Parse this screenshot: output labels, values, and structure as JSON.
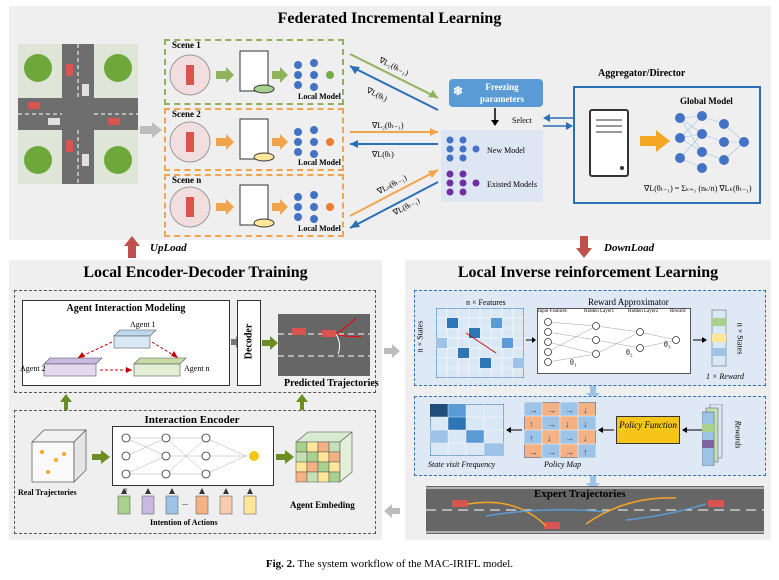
{
  "top": {
    "title": "Federated Incremental Learning",
    "scenes": [
      {
        "label": "Scene 1",
        "model": "Local Model"
      },
      {
        "label": "Scene 2",
        "model": "Local Model"
      },
      {
        "label": "Scene n",
        "model": "Local Model"
      }
    ],
    "gradients": [
      {
        "up": "∇L₁(θₜ₋₁)",
        "down": "∇L(θₜ)"
      },
      {
        "up": "∇L₂(θₜ₋₁)",
        "down": "∇L(θₜ)"
      },
      {
        "up": "∇Lₙ(θₜ₋₁)",
        "down": "∇L(θₜ₋₁)"
      }
    ],
    "freezing": "Freezing parameters",
    "select": "Select",
    "new_model": "New Model",
    "existed_models": "Existed Models",
    "aggregator": "Aggregator/Director",
    "global_model": "Global Model",
    "formula": "∇L(θₜ₋₁) = Σₖ₌₁ (nₖ/n) ∇Lₖ(θₜ₋₁)"
  },
  "arrows": {
    "upload": "UpLoad",
    "download": "DownLoad"
  },
  "left": {
    "title": "Local Encoder-Decoder Training",
    "interaction_modeling": "Agent Interaction Modeling",
    "agent1": "Agent 1",
    "agent2": "Agent 2",
    "agentn": "Agent n",
    "decoder": "Decoder",
    "predicted": "Predicted Trajectories",
    "encoder": "Interaction Encoder",
    "real": "Real Trajectories",
    "intention": "Intention of Actions",
    "embedding": "Agent Embeding",
    "dots": "..."
  },
  "right": {
    "title": "Local Inverse reinforcement Learning",
    "n_features": "n × Features",
    "n_states": "n × States",
    "reward_approx": "Reward Approximator",
    "layers": [
      "Input Features",
      "Hidden Layer1",
      "Hidden Layer2",
      "Reward"
    ],
    "theta1": "θ₁",
    "theta2": "θ₂",
    "theta3": "θ₃",
    "one_reward": "1 × Reward",
    "n_states_right": "n × States",
    "state_visit": "State visit Frequency",
    "policy_map": "Policy Map",
    "policy_function": "Policy Function",
    "rewards": "Rewards",
    "expert": "Expert Trajectories"
  },
  "caption": {
    "label": "Fig. 2.",
    "text": "The system workflow of the MAC-IRIFL model."
  },
  "colors": {
    "green": "#8fb35a",
    "orange": "#f2a44d",
    "blue": "#2c6fb5",
    "dark_red": "#c0504d",
    "panel_bg": "#efefef"
  }
}
